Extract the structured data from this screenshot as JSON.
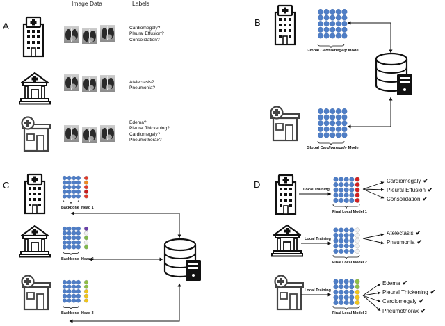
{
  "panels": {
    "A": {
      "letter": "A",
      "col_image": "Image Data",
      "col_labels": "Labels",
      "site1_labels": [
        "Cardiomegaly?",
        "Pleural Effusion?",
        "Consolidation?"
      ],
      "site2_labels": [
        "Atelectasis?",
        "Pneumonia?"
      ],
      "site3_labels": [
        "Edema?",
        "Pleural Thickening?",
        "Cardiomegaly?",
        "Pneumothorax?"
      ]
    },
    "B": {
      "letter": "B",
      "caption_top_pre": "Global ",
      "caption_top_em": "Cardiomegaly",
      "caption_top_post": " Model",
      "caption_bottom_pre": "Global ",
      "caption_bottom_em": "Cardiomegaly",
      "caption_bottom_post": " Model"
    },
    "C": {
      "letter": "C",
      "site1": {
        "backbone": "Backbone",
        "head": "Head 1"
      },
      "site2": {
        "backbone": "Backbone",
        "head": "Head 2"
      },
      "site3": {
        "backbone": "Backbone",
        "head": "Head 3"
      }
    },
    "D": {
      "letter": "D",
      "local_training": "Local Training",
      "site1": {
        "model": "Final Local Model 1",
        "labels": [
          "Cardiomegaly",
          "Pleural Effusion",
          "Consolidation"
        ]
      },
      "site2": {
        "model": "Final Local Model 2",
        "labels": [
          "Atelectasis",
          "Pneumonia"
        ]
      },
      "site3": {
        "model": "Final Local Model 3",
        "labels": [
          "Edema",
          "Pleural Thickening",
          "Cardiomegaly",
          "Pneumothorax"
        ]
      },
      "check_glyph": "✔"
    }
  },
  "colors": {
    "node_blue": "#4f7ec6",
    "node_blue_dark": "#3a64a8",
    "head1": [
      "#e23a2a",
      "#ef8a1e",
      "#e23a2a",
      "#c81d1d",
      "#e23a2a"
    ],
    "head2": [
      "#6a3fa8",
      "#f2f2f2",
      "#7fb94a",
      "#f2f2f2",
      "#7fb94a"
    ],
    "head3": [
      "#8fbe43",
      "#8fbe43",
      "#f0c419",
      "#f0c419",
      "#f0c419"
    ],
    "d_head1": [
      "#d42020",
      "#d42020",
      "#d42020",
      "#d42020",
      "#d42020"
    ],
    "d_head2": [
      "#f2f2f2",
      "#f2f2f2",
      "#f2f2f2",
      "#f2f2f2",
      "#f2f2f2"
    ],
    "d_head3": [
      "#8fbe43",
      "#8fbe43",
      "#f0c419",
      "#f0c419",
      "#f0c419"
    ]
  },
  "icons": [
    "hospital-tower-icon",
    "hospital-building-icon",
    "clinic-icon",
    "database-server-icon",
    "xray-image-icon",
    "checkmark-icon"
  ]
}
